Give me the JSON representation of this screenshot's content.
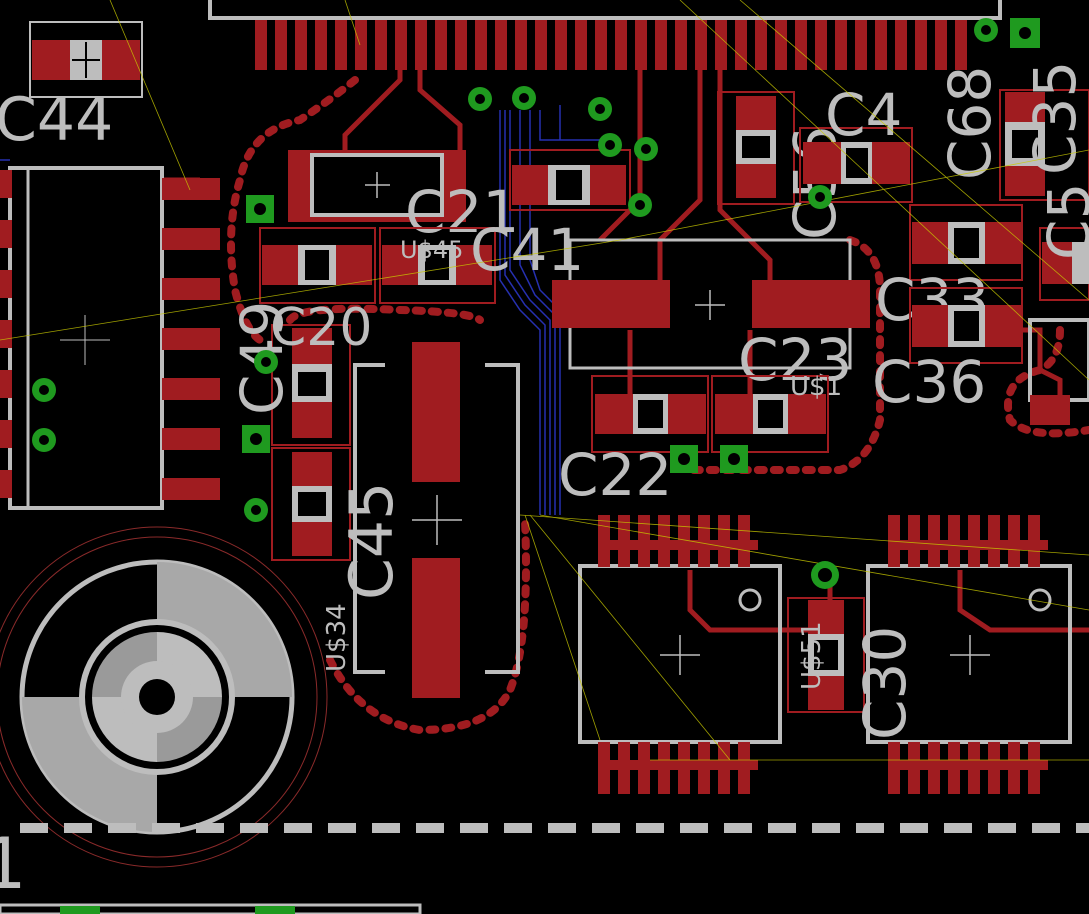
{
  "window": {
    "title": ""
  },
  "colors": {
    "background": "#000000",
    "copper_top": "#a01c20",
    "copper_bottom": "#2630b0",
    "silkscreen": "#bdbdbd",
    "via": "#1f9a1f",
    "airwire": "#c9c900"
  },
  "labels": {
    "c44": "C44",
    "c21": "C21",
    "c41": "C41",
    "u45": "U$45",
    "c20": "C20",
    "c49": "C49",
    "c45": "C45",
    "u34": "U$34",
    "c22": "C22",
    "c23": "C23",
    "u1": "U$1",
    "c33": "C33",
    "c36": "C36",
    "c4": "C4",
    "c56": "C56",
    "c68": "C68",
    "c35": "C35",
    "c5": "C5",
    "c30": "C30",
    "u51": "U$51",
    "edge": "1"
  },
  "icons": {
    "fiducial": "crosshair-target-icon",
    "via": "via-dot-icon"
  }
}
